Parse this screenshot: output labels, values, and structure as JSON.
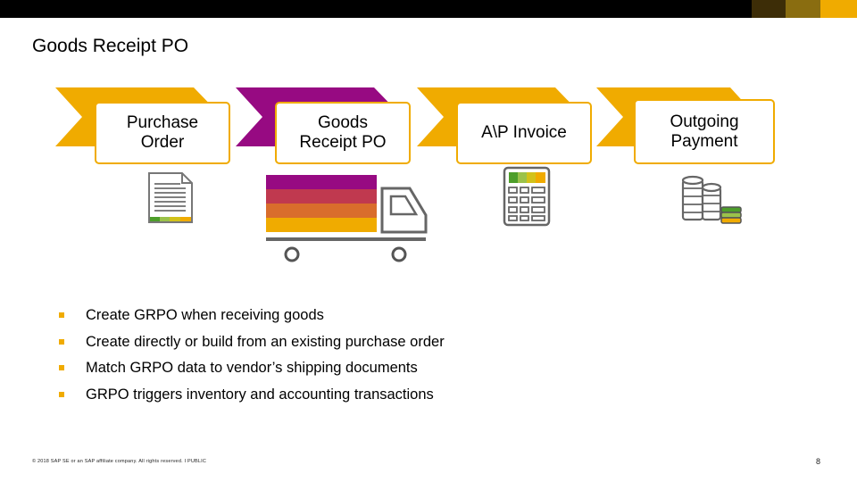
{
  "slide": {
    "title": "Goods Receipt PO",
    "top_swatches": [
      "#3d2d07",
      "#8a6d10",
      "#f0ab00"
    ]
  },
  "process": {
    "steps": [
      {
        "label": "Purchase\nOrder",
        "color": "#f0ab00",
        "icon": "document-icon"
      },
      {
        "label": "Goods\nReceipt PO",
        "color": "#970a82",
        "icon": "delivery-truck-icon"
      },
      {
        "label": "A\\P Invoice",
        "color": "#f0ab00",
        "icon": "calculator-icon"
      },
      {
        "label": "Outgoing\nPayment",
        "color": "#f0ab00",
        "icon": "coin-stacks-icon"
      }
    ],
    "truck_stripe_colors": [
      "#970a82",
      "#c0394f",
      "#d96d2c",
      "#f0ab00"
    ]
  },
  "bullets": [
    "Create GRPO when receiving goods",
    "Create directly or build from an existing purchase order",
    "Match GRPO data to vendor’s shipping documents",
    "GRPO triggers inventory and accounting transactions"
  ],
  "footer": {
    "copyright": "© 2018 SAP SE or an SAP affiliate company. All rights reserved.  I   PUBLIC",
    "page_number": "8"
  }
}
